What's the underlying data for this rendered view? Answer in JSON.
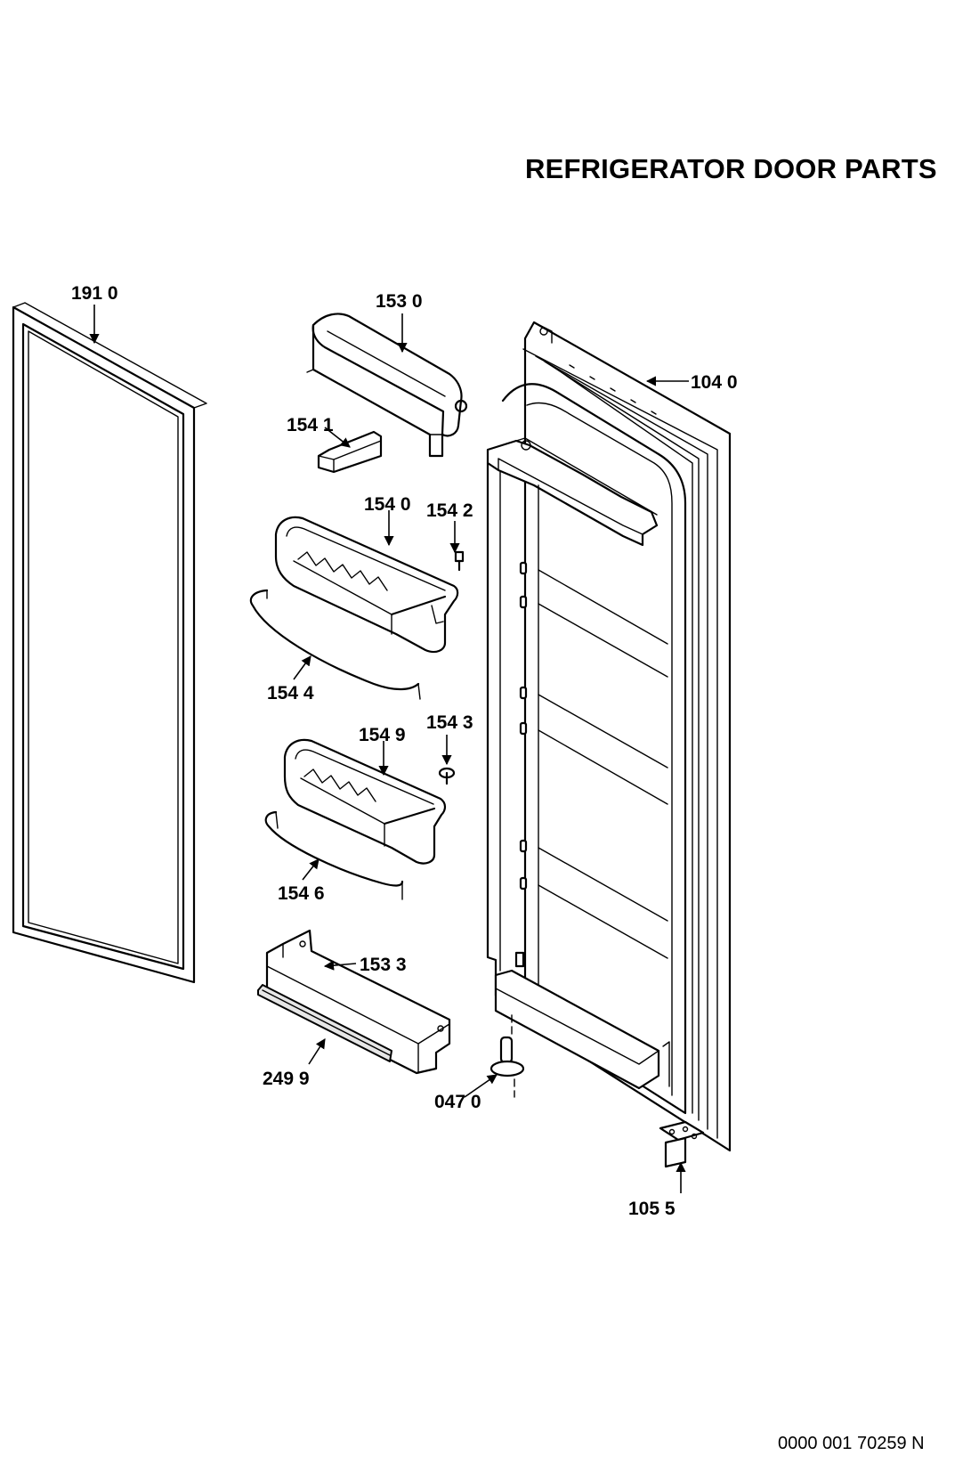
{
  "title": "REFRIGERATOR DOOR PARTS",
  "footer_code": "0000 001 70259 N",
  "parts": [
    {
      "id": "gasket",
      "label": "191 0"
    },
    {
      "id": "shelf-cover",
      "label": "153 0"
    },
    {
      "id": "door",
      "label": "104 0"
    },
    {
      "id": "clip",
      "label": "154 1"
    },
    {
      "id": "bin-upper",
      "label": "154 0"
    },
    {
      "id": "screw-upper",
      "label": "154 2"
    },
    {
      "id": "rail-upper",
      "label": "154 4"
    },
    {
      "id": "bin-lower",
      "label": "154 9"
    },
    {
      "id": "screw-lower",
      "label": "154 3"
    },
    {
      "id": "rail-lower",
      "label": "154 6"
    },
    {
      "id": "bottom-shelf",
      "label": "153 3"
    },
    {
      "id": "trim-strip",
      "label": "249 9"
    },
    {
      "id": "hinge-pin",
      "label": "047 0"
    },
    {
      "id": "hinge",
      "label": "105 5"
    }
  ]
}
